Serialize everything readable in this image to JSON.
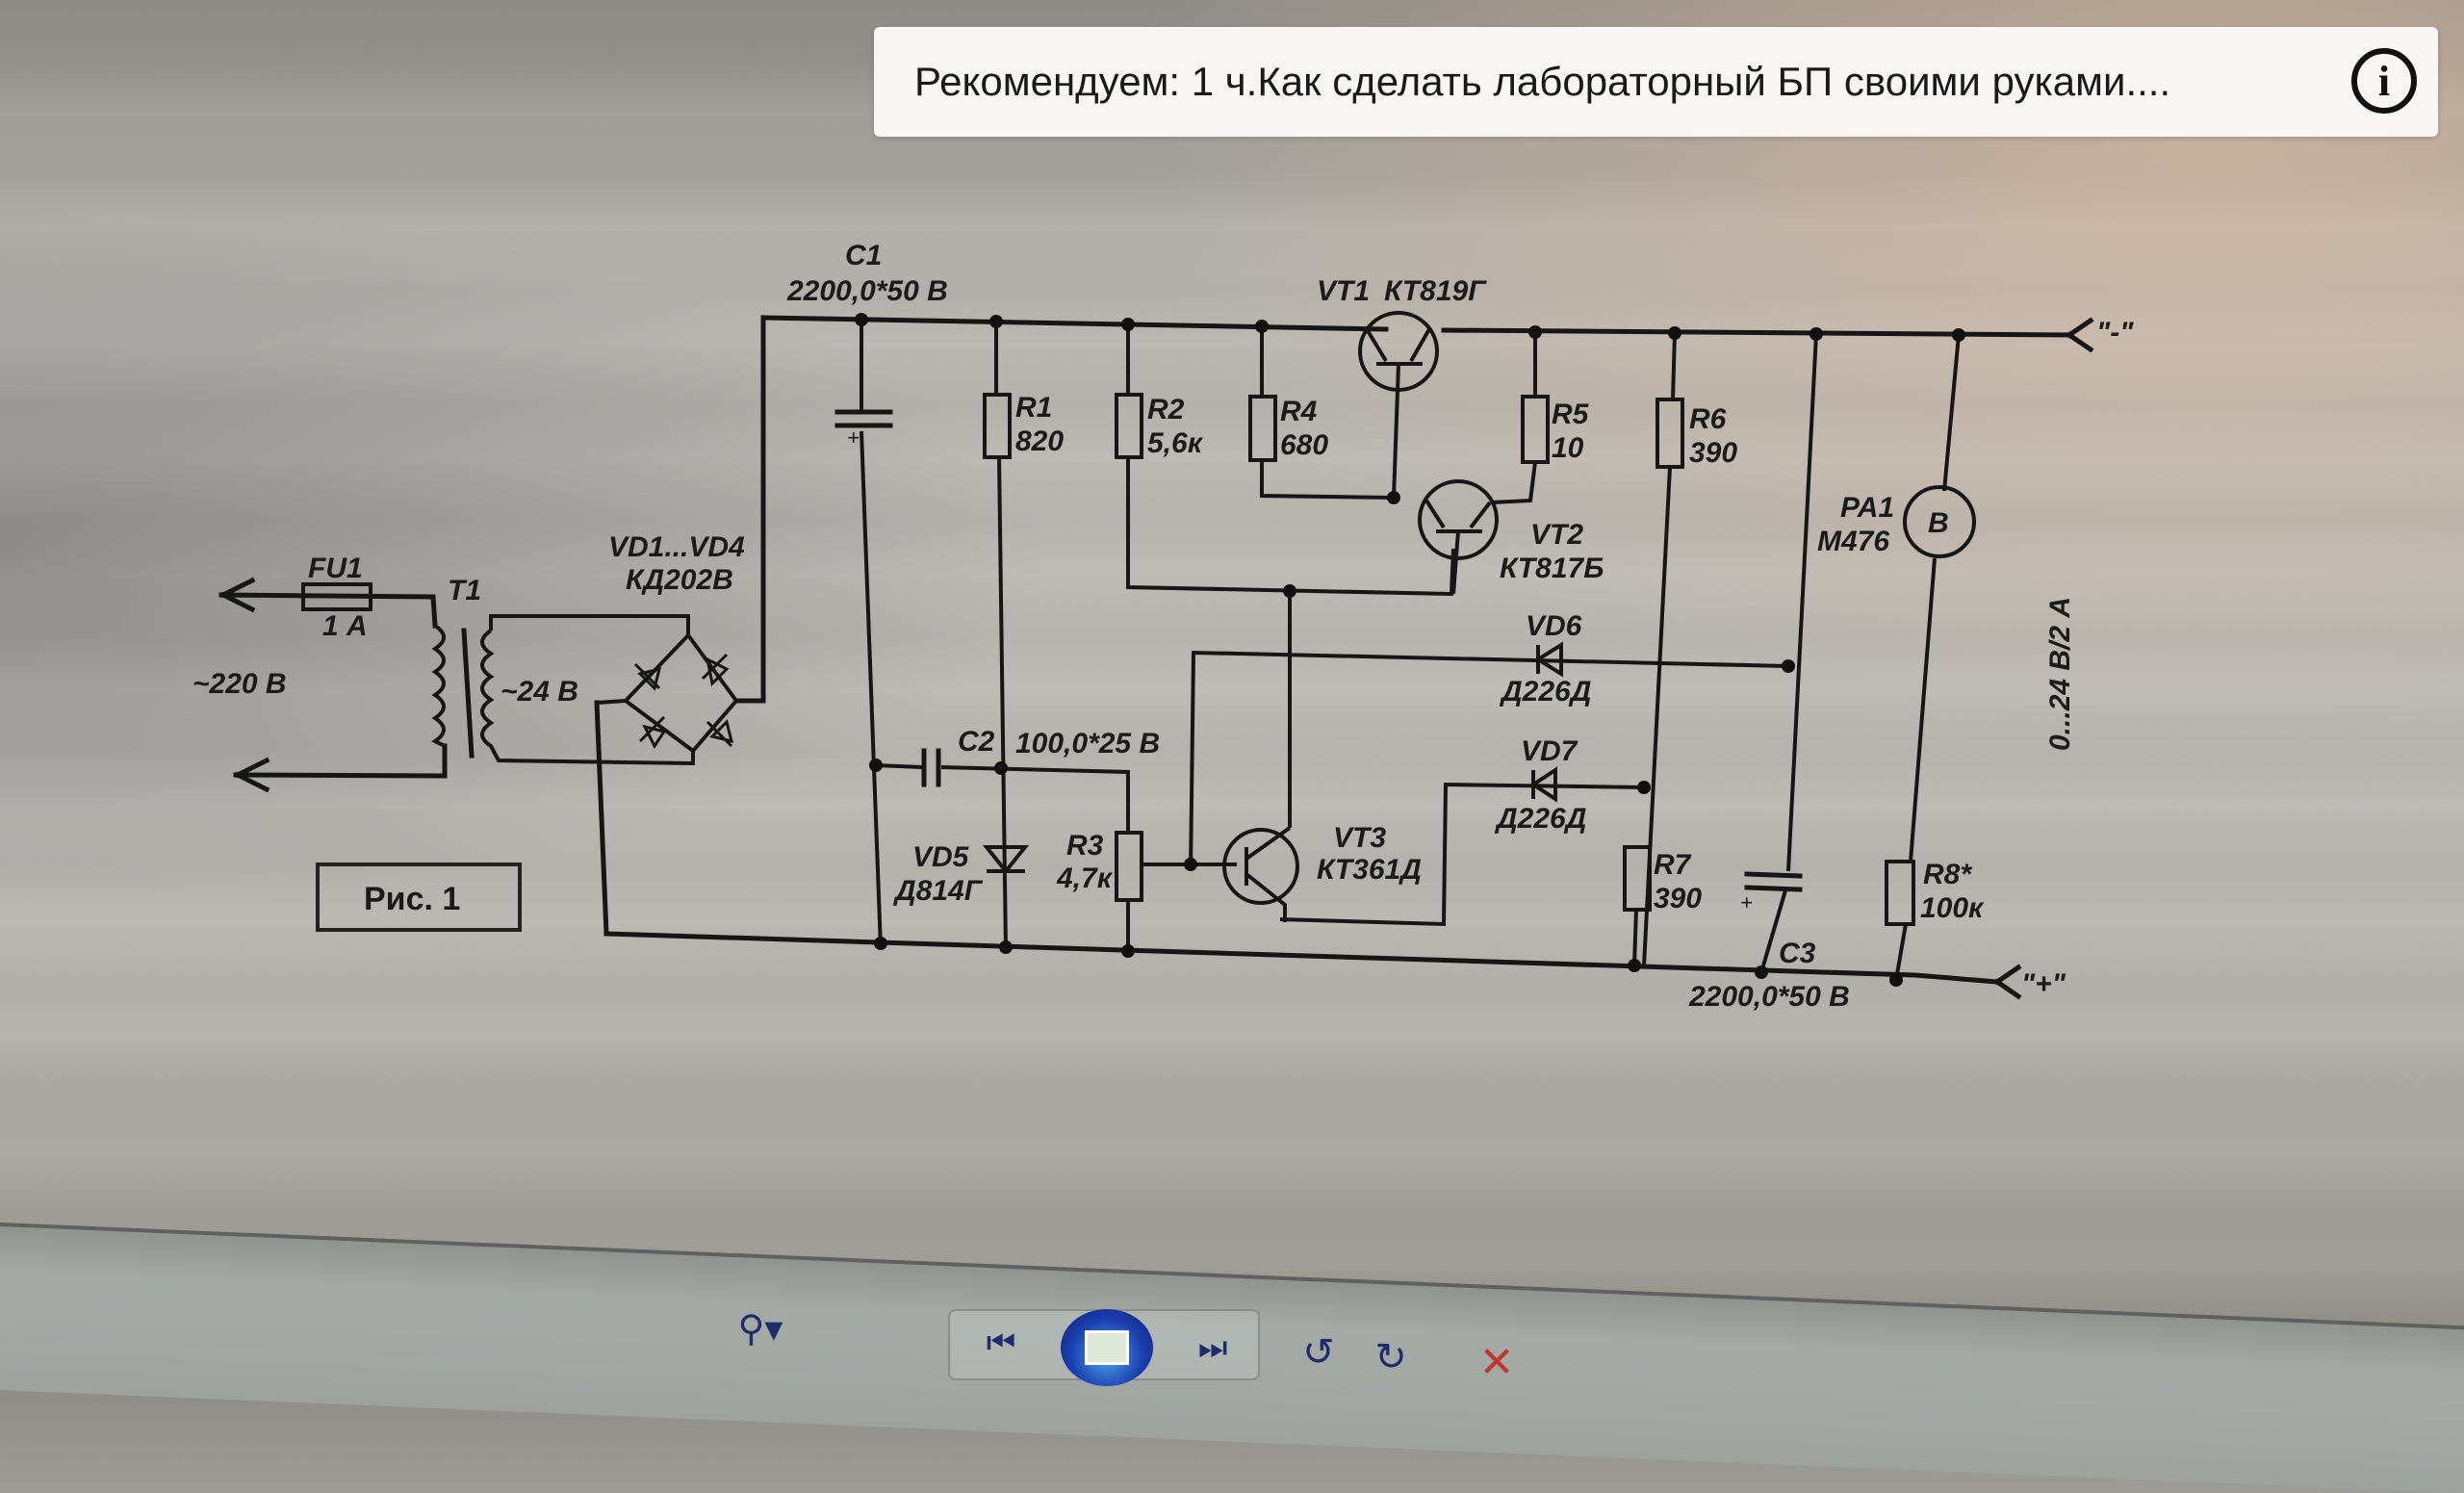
{
  "banner": {
    "text": "Рекомендуем: 1 ч.Как сделать лабораторный БП своими руками....",
    "info_icon": "info-icon"
  },
  "schematic": {
    "figure_label": "Рис. 1",
    "input_voltage": "~220 В",
    "fuse": {
      "ref": "FU1",
      "value": "1 А"
    },
    "transformer": {
      "ref": "T1",
      "secondary": "~24 В"
    },
    "bridge": {
      "ref": "VD1...VD4",
      "part": "КД202В"
    },
    "c1": {
      "ref": "C1",
      "value": "2200,0*50 В"
    },
    "r1": {
      "ref": "R1",
      "value": "820"
    },
    "r2": {
      "ref": "R2",
      "value": "5,6к"
    },
    "r4": {
      "ref": "R4",
      "value": "680"
    },
    "vt1": {
      "ref": "VT1",
      "part": "КТ819Г"
    },
    "r5": {
      "ref": "R5",
      "value": "10"
    },
    "r6": {
      "ref": "R6",
      "value": "390"
    },
    "vt2": {
      "ref": "VT2",
      "part": "КТ817Б"
    },
    "pa1": {
      "ref": "PA1",
      "part": "М476",
      "symbol": "В"
    },
    "vd6": {
      "ref": "VD6",
      "part": "Д226Д"
    },
    "vd7": {
      "ref": "VD7",
      "part": "Д226Д"
    },
    "c2": {
      "ref": "C2",
      "value": "100,0*25 В"
    },
    "vd5": {
      "ref": "VD5",
      "part": "Д814Г"
    },
    "r3": {
      "ref": "R3",
      "value": "4,7к"
    },
    "vt3": {
      "ref": "VT3",
      "part": "КТ361Д"
    },
    "r7": {
      "ref": "R7",
      "value": "390"
    },
    "c3": {
      "ref": "C3",
      "value": "2200,0*50 В"
    },
    "r8": {
      "ref": "R8*",
      "value": "100к"
    },
    "output_minus": "\"-\"",
    "output_plus": "\"+\"",
    "output_rating": "0...24 В/2 А"
  },
  "viewer_toolbar": {
    "zoom_icon": "magnifier-icon",
    "prev_icon": "previous-icon",
    "slideshow_icon": "slideshow-icon",
    "next_icon": "next-icon",
    "rotate_left_icon": "rotate-ccw-icon",
    "rotate_right_icon": "rotate-cw-icon",
    "delete_icon": "delete-icon",
    "glyphs": {
      "zoom": "⚲▾",
      "prev": "⏮",
      "next": "⏭",
      "rotate_left": "↺",
      "rotate_right": "↻",
      "delete": "✕"
    }
  }
}
